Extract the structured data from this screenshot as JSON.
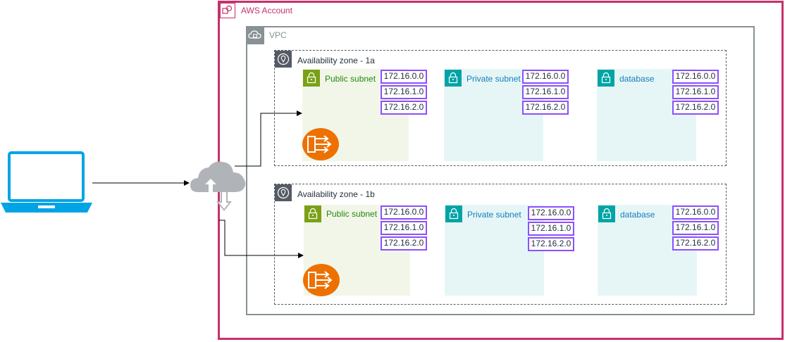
{
  "account": {
    "label": "AWS Account",
    "icon": "aws-account-icon"
  },
  "vpc": {
    "label": "VPC",
    "icon": "vpc-cloud-lock-icon"
  },
  "zones": [
    {
      "label": "Availability zone - 1a",
      "subnets": [
        {
          "label": "Public subnet",
          "kind": "public",
          "cidrs": [
            "172.16.0.0",
            "172.16.1.0",
            "172.16.2.0"
          ]
        },
        {
          "label": "Private subnet",
          "kind": "private",
          "cidrs": [
            "172.16.0.0",
            "172.16.1.0",
            "172.16.2.0"
          ]
        },
        {
          "label": "database",
          "kind": "private",
          "cidrs": [
            "172.16.0.0",
            "172.16.1.0",
            "172.16.2.0"
          ]
        }
      ]
    },
    {
      "label": "Availability zone - 1b",
      "subnets": [
        {
          "label": "Public subnet",
          "kind": "public",
          "cidrs": [
            "172.16.0.0",
            "172.16.1.0",
            "172.16.2.0"
          ]
        },
        {
          "label": "Private subnet",
          "kind": "private",
          "cidrs": [
            "172.16.0.0",
            "172.16.1.0",
            "172.16.2.0"
          ]
        },
        {
          "label": "database",
          "kind": "private",
          "cidrs": [
            "172.16.0.0",
            "172.16.1.0",
            "172.16.2.0"
          ]
        }
      ]
    }
  ],
  "icons": {
    "client": "laptop-icon",
    "gateway": "internet-gateway-cloud-icon",
    "load_balancer": "load-balancer-icon",
    "zone": "location-pin-icon",
    "subnet": "padlock-icon"
  },
  "colors": {
    "account_border": "#c7306a",
    "vpc_border": "#879196",
    "public_subnet": "#7aa116",
    "private_subnet": "#00a4a6",
    "cidr_border": "#8c4fff",
    "laptop": "#00a4e4",
    "load_balancer": "#ed7100"
  }
}
